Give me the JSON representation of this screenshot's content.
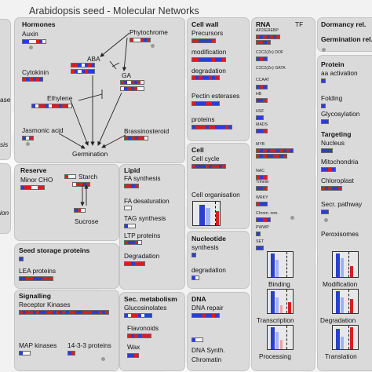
{
  "title": "Arabidopsis seed - Molecular Networks",
  "colors": {
    "red": "#d62020",
    "blue": "#2a3fd0",
    "lightred": "#f0a0a0",
    "lightblue": "#a9b7f2",
    "white": "#f6f6f6",
    "panel": "#dadada"
  },
  "left_edge": {
    "ase": "ase",
    "sis": "sis",
    "ion": "ion"
  },
  "hormones": {
    "header": "Hormones",
    "auxin": "Auxin",
    "cytokinin": "Cytokinin",
    "ethylene": "Ethylene",
    "jasmonic": "Jasmonic acid",
    "phytochrome": "Phytochrome",
    "aba": "ABA",
    "ga": "GA",
    "brassinosteroid": "Brassinosteroid",
    "germination": "Germination"
  },
  "reserve": {
    "header": "Reserve",
    "minor_cho": "Minor CHO",
    "starch": "Starch",
    "sucrose": "Sucrose"
  },
  "lipid": {
    "header": "Lipid",
    "fa_synthesis": "FA synthesis",
    "fa_desaturation": "FA desaturation",
    "tag_synthesis": "TAG synthesis",
    "ltp_proteins": "LTP proteins",
    "degradation": "Degradation"
  },
  "seed_storage": {
    "header": "Seed storage proteins",
    "lea": "LEA proteins"
  },
  "signalling": {
    "header": "Signalling",
    "receptor": "Receptor Kinases",
    "map": "MAP kinases",
    "p1433": "14-3-3 proteins"
  },
  "sec_metabolism": {
    "header": "Sec. metabolism",
    "glucosinolates": "Glucosinolates",
    "flavonoids": "Flavonoids",
    "wax": "Wax"
  },
  "cell_wall": {
    "header": "Cell wall",
    "precursors": "Precursors",
    "modification": "modification",
    "degradation": "degradation",
    "pectin": "Pectin esterases",
    "proteins": "proteins"
  },
  "cell": {
    "header": "Cell",
    "cycle": "Cell cycle",
    "organisation": "Cell organisation"
  },
  "nucleotide": {
    "header": "Nucleotide",
    "synthesis": "synthesis",
    "degradation": "degradation"
  },
  "dna": {
    "header": "DNA",
    "repair": "DNA repair",
    "synth": "DNA Synth.",
    "chromatin": "Chromatin"
  },
  "rna": {
    "header": "RNA",
    "tf": "TF",
    "tf_families": [
      "AP2/EREBP",
      "C2C2(Zn) DOF",
      "C2C2(Zn) GATA",
      "CCAAT",
      "HB",
      "HSF",
      "MADS",
      "MYB",
      "NAC",
      "Trihelix",
      "WRKY",
      "Chrom. rem.",
      "PWWP",
      "SET"
    ],
    "binding": "Binding",
    "transcription": "Transcription",
    "processing": "Processing"
  },
  "dormancy": {
    "header": "Dormancy rel.",
    "germination_rel": "Germination rel."
  },
  "protein": {
    "header": "Protein",
    "aa_activation": "aa activation",
    "folding": "Folding",
    "glycosylation": "Glycosylation",
    "targeting": "Targeting",
    "nucleus": "Nucleus",
    "mitochondria": "Mitochondria",
    "chloroplast": "Chloroplast",
    "secr_pathway": "Secr. pathway",
    "peroxisomes": "Peroxisomes",
    "modification": "Modification",
    "degradation": "Degradation",
    "translation": "Translation"
  }
}
